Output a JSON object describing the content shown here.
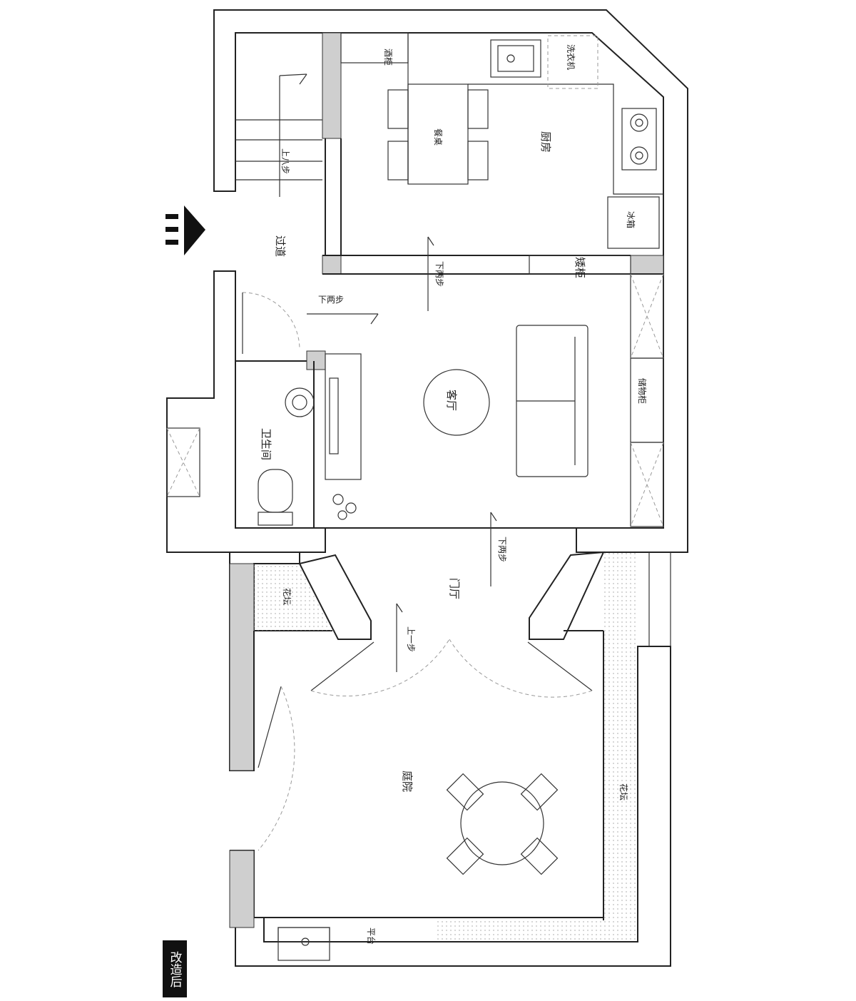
{
  "rooms": {
    "wine_cabinet": "酒柜",
    "washing_machine": "洗衣机",
    "dining_table": "餐桌",
    "kitchen": "厨房",
    "fridge": "冰箱",
    "shoe_cabinet": "矮柜",
    "corridor": "过道",
    "living_room": "客厅",
    "storage_cabinet": "储物柜",
    "bathroom": "卫生间",
    "foyer": "门厅",
    "flower_bed_left": "花坛",
    "flower_bed_right": "花坛",
    "courtyard": "庭院",
    "platform": "平台"
  },
  "steps": {
    "up_eight": "上八步",
    "down_two_kitchen": "下两步",
    "down_two_corridor": "下两步",
    "down_two_living": "下两步",
    "up_one": "上一步"
  },
  "badge": "改造后",
  "entrance_icon": "entrance-arrow-icon"
}
